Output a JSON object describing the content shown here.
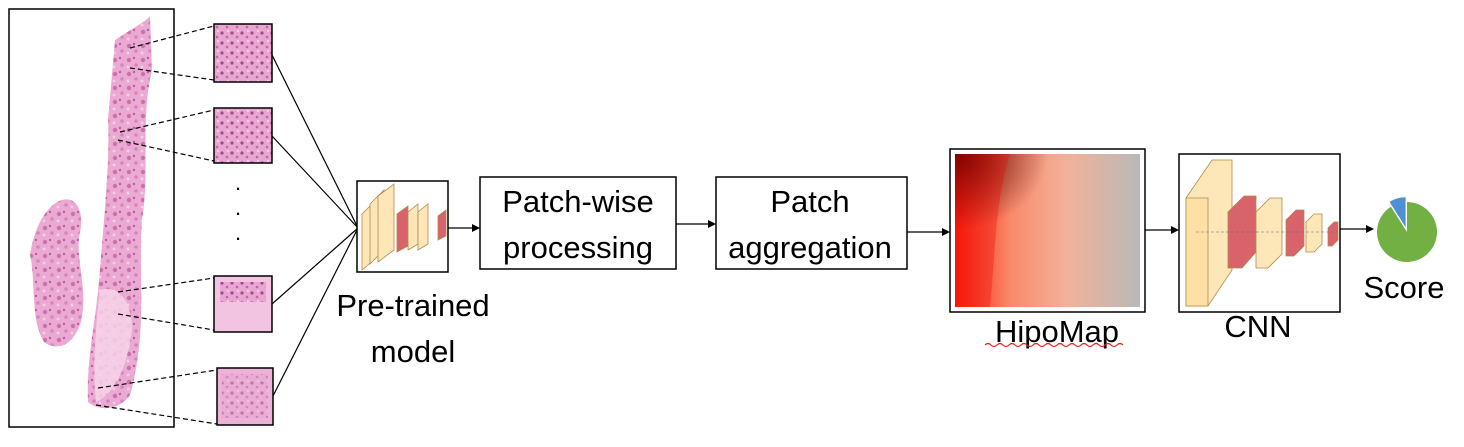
{
  "labels": {
    "pretrained_line1": "Pre-trained",
    "pretrained_line2": "model",
    "patchwise_line1": "Patch-wise",
    "patchwise_line2": "processing",
    "aggregation_line1": "Patch",
    "aggregation_line2": "aggregation",
    "hipomap": "HipoMap",
    "cnn": "CNN",
    "score": "Score",
    "ellipsis_dot": "."
  },
  "colors": {
    "tissue_pink": "#e38fc6",
    "tissue_light": "#f4c6e3",
    "conv_light": "#fde6b7",
    "conv_red": "#d9636b",
    "heat_dark": "#6b0000",
    "heat_red": "#ff1a0a",
    "heat_peach": "#f7a98e",
    "heat_gray": "#b9b9b9",
    "pie_green": "#72b043",
    "pie_blue": "#4f8fd4",
    "spellcheck": "#e02020"
  },
  "score_pie": {
    "blue_fraction": 0.09
  }
}
